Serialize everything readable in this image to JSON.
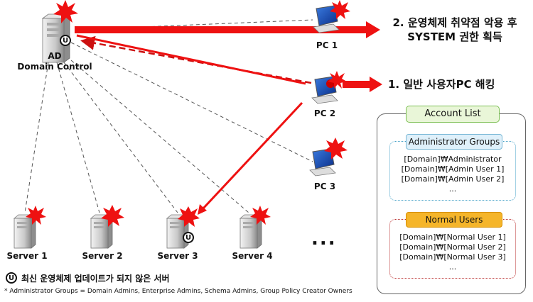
{
  "nodes": {
    "ad": {
      "label_line1": "AD",
      "label_line2": "Domain Control"
    },
    "pc1": {
      "label": "PC 1"
    },
    "pc2": {
      "label": "PC 2"
    },
    "pc3": {
      "label": "PC 3"
    },
    "server1": {
      "label": "Server 1"
    },
    "server2": {
      "label": "Server 2"
    },
    "server3": {
      "label": "Server 3"
    },
    "server4": {
      "label": "Server 4"
    },
    "more": "..."
  },
  "callouts": {
    "step1": "1. 일반 사용자PC 해킹",
    "step2_line1": "2. 운영체제 취약점 악용 후",
    "step2_line2": "SYSTEM 권한 획득"
  },
  "account_list": {
    "title": "Account List",
    "admin_groups": {
      "title": "Administrator Groups",
      "members": [
        "[Domain]₩Administrator",
        "[Domain]₩[Admin User 1]",
        "[Domain]₩[Admin User 2]",
        "..."
      ]
    },
    "normal_users": {
      "title": "Normal Users",
      "members": [
        "[Domain]₩[Normal User 1]",
        "[Domain]₩[Normal User 2]",
        "[Domain]₩[Normal User 3]",
        "..."
      ]
    }
  },
  "legend": {
    "badge": "U",
    "text": "최신 운영체제 업데이트가 되지 않은 서버"
  },
  "footnote": "* Administrator Groups = Domain Admins, Enterprise Admins, Schema Admins, Group Policy Creator Owners",
  "colors": {
    "attack_arrow": "#ee1111",
    "burst": "#ee1111",
    "dashed_link": "#555555"
  }
}
